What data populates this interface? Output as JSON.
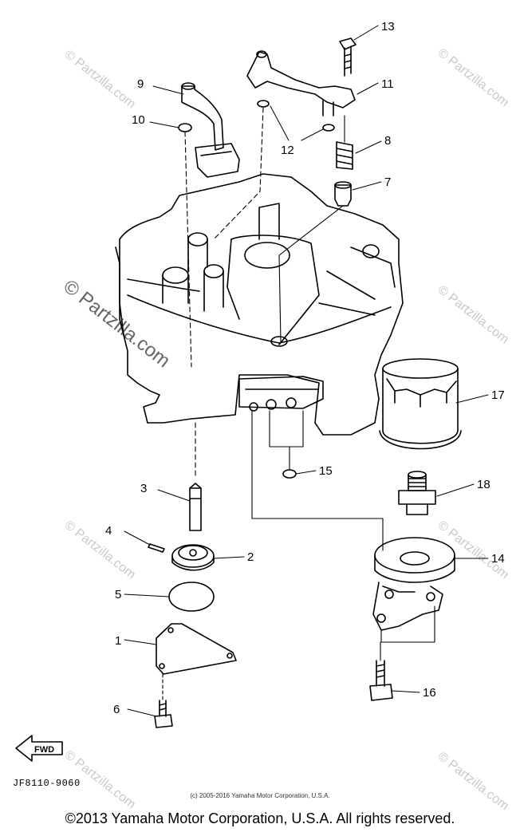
{
  "callouts": {
    "c1": "1",
    "c2": "2",
    "c3": "3",
    "c4": "4",
    "c5": "5",
    "c6": "6",
    "c7": "7",
    "c8": "8",
    "c9": "9",
    "c10": "10",
    "c11": "11",
    "c12": "12",
    "c13": "13",
    "c15": "15",
    "c14": "14",
    "c16": "16",
    "c17": "17",
    "c18": "18"
  },
  "fwd_label": "FWD",
  "diagram_id": "JF8110-9060",
  "small_copyright": "(c) 2005-2016 Yamaha Motor Corporation, U.S.A.",
  "watermark": "© Partzilla.com",
  "footer_copyright": "©2013 Yamaha Motor Corporation, U.S.A. All rights reserved."
}
